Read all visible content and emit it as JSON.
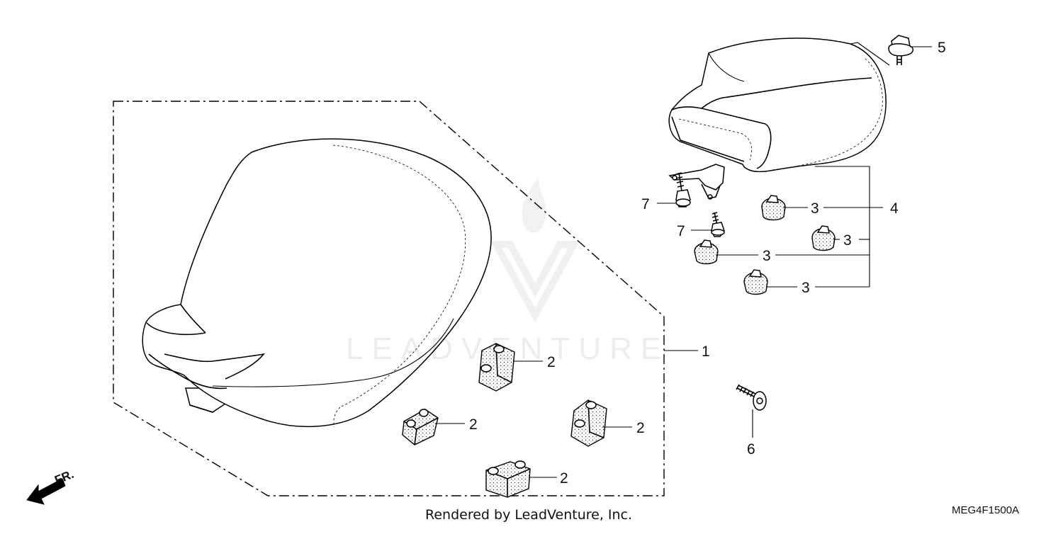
{
  "callouts": {
    "c1": "1",
    "c2a": "2",
    "c2b": "2",
    "c2c": "2",
    "c2d": "2",
    "c3a": "3",
    "c3b": "3",
    "c3c": "3",
    "c3d": "3",
    "c4": "4",
    "c5": "5",
    "c6": "6",
    "c7a": "7",
    "c7b": "7"
  },
  "direction_label": "FR.",
  "footer_credit": "Rendered by LeadVenture, Inc.",
  "diagram_code": "MEG4F1500A",
  "watermark": "LEADVENTURE",
  "colors": {
    "line": "#000000",
    "background": "#ffffff",
    "watermark": "#e6e6e6"
  }
}
